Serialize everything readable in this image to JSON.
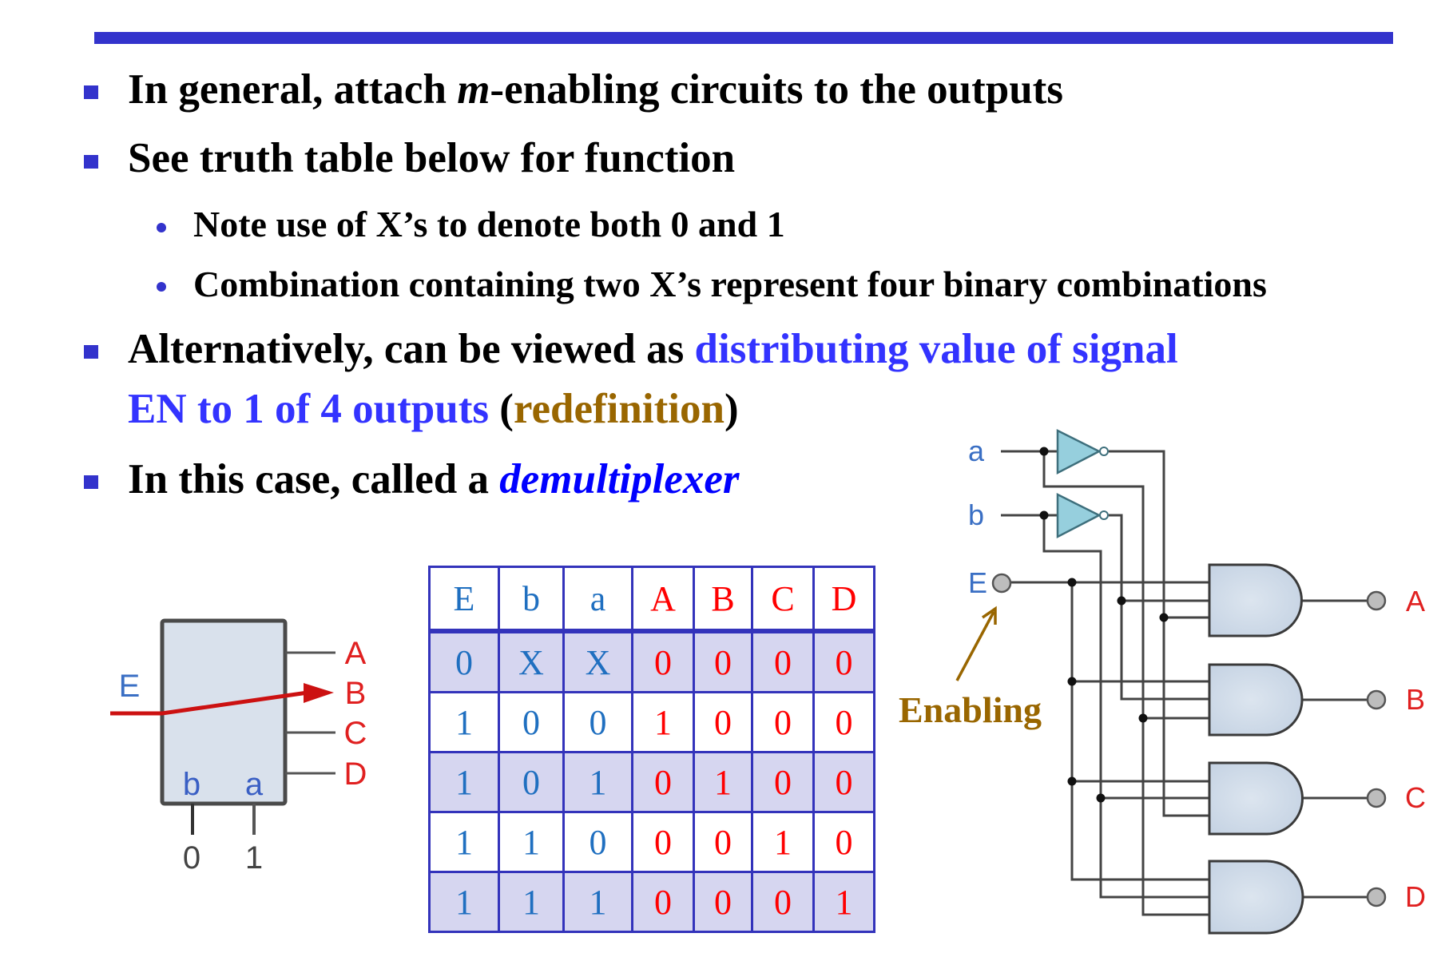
{
  "slide": {
    "accent_color": "#3333CC",
    "bullets": [
      {
        "segments": [
          {
            "text": "In general, attach ",
            "style": "normal"
          },
          {
            "text": "m",
            "style": "italic"
          },
          {
            "text": "-enabling circuits to the outputs",
            "style": "normal"
          }
        ]
      },
      {
        "segments": [
          {
            "text": "See truth table below for function",
            "style": "normal"
          }
        ]
      },
      {
        "segments": [
          {
            "text": "Alternatively, can be viewed as ",
            "style": "normal"
          },
          {
            "text": "distributing value of signal",
            "style": "blue"
          },
          {
            "text": "EN to 1 of 4 outputs",
            "style": "blue"
          },
          {
            "text": " (",
            "style": "normal"
          },
          {
            "text": "redefinition",
            "style": "brown"
          },
          {
            "text": ")",
            "style": "normal"
          }
        ]
      },
      {
        "segments": [
          {
            "text": "In this case, called a ",
            "style": "normal"
          },
          {
            "text": "demultiplexer",
            "style": "emph"
          }
        ]
      }
    ],
    "sub_bullets": [
      "Note use of X’s to denote both 0 and 1",
      "Combination containing two X’s represent four binary combinations"
    ]
  },
  "block_diagram": {
    "enable_label": "E",
    "select_labels": [
      "b",
      "a"
    ],
    "select_values": [
      "0",
      "1"
    ],
    "output_labels": [
      "A",
      "B",
      "C",
      "D"
    ],
    "routed_output": "B"
  },
  "truth_table": {
    "headers": [
      "E",
      "b",
      "a",
      "A",
      "B",
      "C",
      "D"
    ],
    "input_columns": 3,
    "rows": [
      [
        "0",
        "X",
        "X",
        "0",
        "0",
        "0",
        "0"
      ],
      [
        "1",
        "0",
        "0",
        "1",
        "0",
        "0",
        "0"
      ],
      [
        "1",
        "0",
        "1",
        "0",
        "1",
        "0",
        "0"
      ],
      [
        "1",
        "1",
        "0",
        "0",
        "0",
        "1",
        "0"
      ],
      [
        "1",
        "1",
        "1",
        "0",
        "0",
        "0",
        "1"
      ]
    ]
  },
  "circuit": {
    "input_labels": [
      "a",
      "b",
      "E"
    ],
    "output_labels": [
      "A",
      "B",
      "C",
      "D"
    ],
    "annotation": "Enabling",
    "colors": {
      "inverter_fill": "#96CFDD",
      "gate_fill": "#CBD8E6",
      "input_label": "#3A6FC4",
      "output_label": "#E02020",
      "annotation": "#996600"
    }
  }
}
